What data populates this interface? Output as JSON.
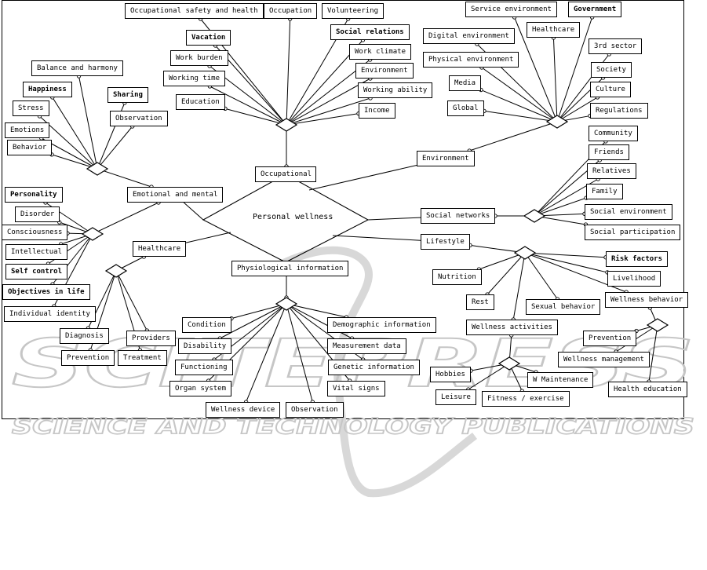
{
  "watermark": {
    "brand": "SCITEPRESS",
    "subtitle": "SCIENCE AND TECHNOLOGY PUBLICATIONS"
  },
  "diagram": {
    "root": "Personal wellness",
    "groups": [
      {
        "hub": "Occupational",
        "children": [
          "Occupational safety and health",
          "Occupation",
          "Volunteering",
          "Vacation",
          "Social relations",
          "Work burden",
          "Work climate",
          "Working time",
          "Environment",
          "Working ability",
          "Education",
          "Income"
        ]
      },
      {
        "hub": "Environment",
        "children": [
          "Service environment",
          "Government",
          "Healthcare",
          "Digital environment",
          "3rd sector",
          "Physical environment",
          "Society",
          "Media",
          "Culture",
          "Global",
          "Regulations"
        ]
      },
      {
        "hub": "Emotional and mental",
        "children": [
          "Balance and harmony",
          "Happiness",
          "Sharing",
          "Stress",
          "Observation",
          "Emotions",
          "Behavior",
          "Personality",
          "Disorder",
          "Consciousness",
          "Intellectual",
          "Self control",
          "Objectives in life",
          "Individual identity"
        ]
      },
      {
        "hub": "Social networks",
        "children": [
          "Community",
          "Friends",
          "Relatives",
          "Family",
          "Social environment",
          "Social participation"
        ]
      },
      {
        "hub": "Healthcare",
        "children": [
          "Diagnosis",
          "Providers",
          "Prevention",
          "Treatment"
        ]
      },
      {
        "hub": "Lifestyle",
        "children": [
          "Risk factors",
          "Nutrition",
          "Livelihood",
          "Rest",
          "Sexual behavior",
          "Wellness behavior",
          "Wellness activities"
        ]
      },
      {
        "hub": "Physiological information",
        "children": [
          "Condition",
          "Demographic information",
          "Disability",
          "Measurement data",
          "Functioning",
          "Genetic information",
          "Organ system",
          "Vital signs",
          "Wellness device",
          "Observation"
        ]
      },
      {
        "hub": "Wellness behavior",
        "children": [
          "Prevention",
          "Wellness management",
          "Health education"
        ]
      },
      {
        "hub": "Wellness activities",
        "children": [
          "Hobbies",
          "W Maintenance",
          "Leisure",
          "Fitness / exercise"
        ]
      }
    ]
  }
}
